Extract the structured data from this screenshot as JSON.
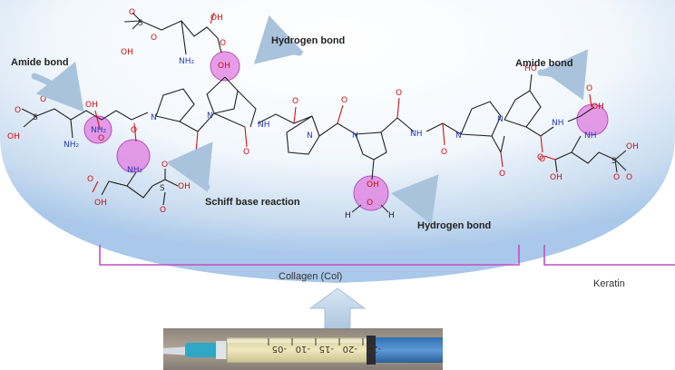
{
  "annotations": {
    "amide_bond_left": "Amide bond",
    "amide_bond_right": "Amide bond",
    "hydrogen_bond_top": "Hydrogen bond",
    "hydrogen_bond_bottom": "Hydrogen bond",
    "schiff_base": "Schiff base reaction"
  },
  "brackets": {
    "collagen": "Collagen (Col)",
    "keratin": "Keratin"
  },
  "atoms": {
    "oh": "OH",
    "ho": "HO",
    "o": "O",
    "s": "S",
    "n": "N",
    "nh": "NH",
    "nh2": "NH₂",
    "h": "H"
  },
  "syringe": {
    "scale_marks": [
      "-05",
      "-10",
      "-15",
      "-20",
      "-25"
    ]
  },
  "colors": {
    "highlight": "#e07ce0",
    "bracket": "#c24fc2",
    "arrow": "#bfd2e6",
    "background_glow": "#a9c8ea"
  }
}
